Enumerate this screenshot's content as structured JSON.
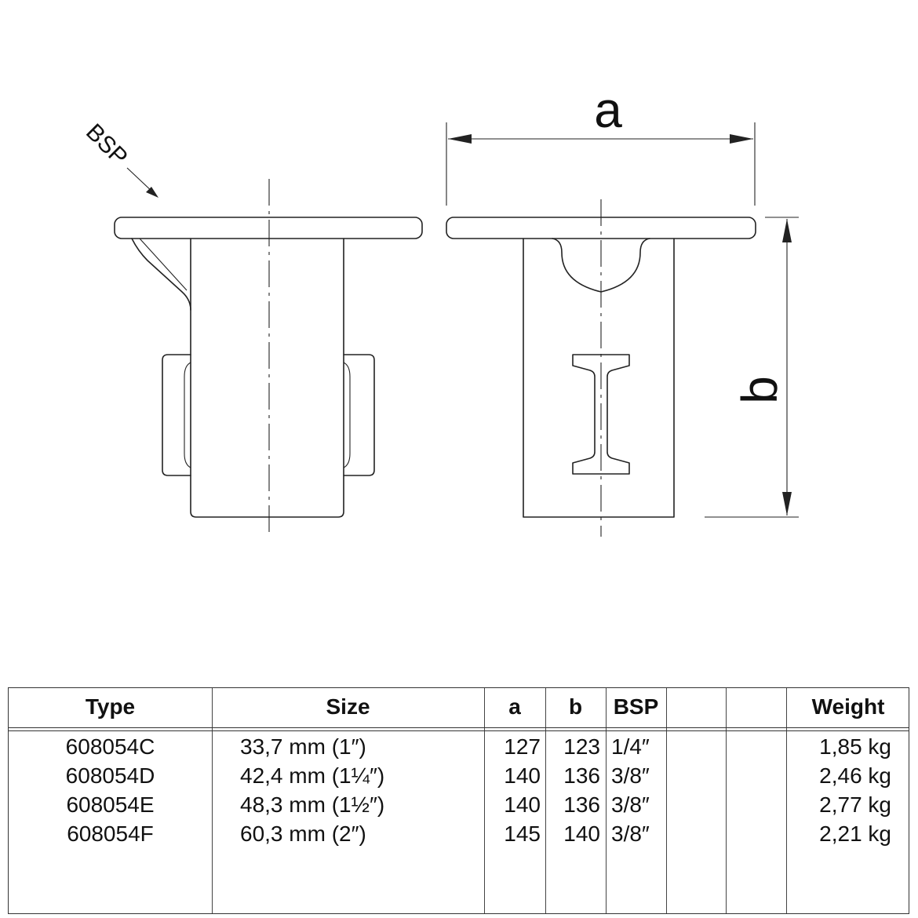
{
  "drawing": {
    "bsp_label": "BSP",
    "dim_a_label": "a",
    "dim_b_label": "b"
  },
  "table": {
    "headers": {
      "type": "Type",
      "size": "Size",
      "a": "a",
      "b": "b",
      "bsp": "BSP",
      "blank1": "",
      "blank2": "",
      "weight": "Weight"
    },
    "rows": [
      {
        "type": "608054C",
        "size": "33,7 mm (1″)",
        "a": "127",
        "b": "123",
        "bsp": "1/4″",
        "weight": "1,85 kg"
      },
      {
        "type": "608054D",
        "size": "42,4 mm (1¼″)",
        "a": "140",
        "b": "136",
        "bsp": "3/8″",
        "weight": "2,46 kg"
      },
      {
        "type": "608054E",
        "size": "48,3 mm (1½″)",
        "a": "140",
        "b": "136",
        "bsp": "3/8″",
        "weight": "2,77 kg"
      },
      {
        "type": "608054F",
        "size": "60,3 mm (2″)",
        "a": "145",
        "b": "140",
        "bsp": "3/8″",
        "weight": "2,21 kg"
      }
    ]
  }
}
